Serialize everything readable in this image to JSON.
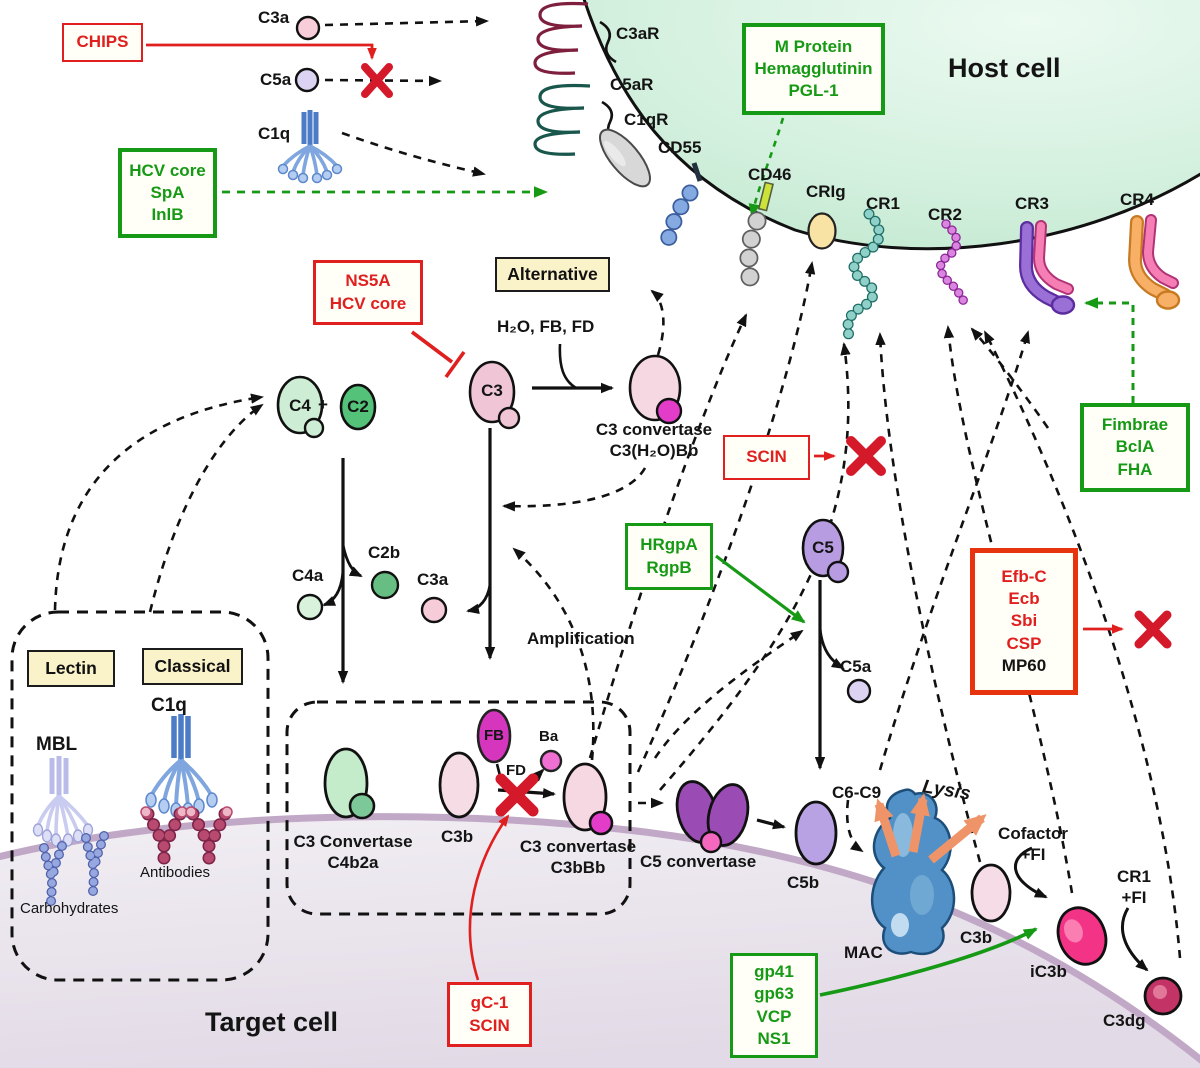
{
  "cells": {
    "host": "Host cell",
    "target": "Target cell"
  },
  "tags": {
    "alternative": "Alternative",
    "lectin": "Lectin",
    "classical": "Classical"
  },
  "boxes": {
    "chips": {
      "l1": "CHIPS"
    },
    "hcv": {
      "l1": "HCV core",
      "l2": "SpA",
      "l3": "InlB"
    },
    "mprotein": {
      "l1": "M Protein",
      "l2": "Hemagglutinin",
      "l3": "PGL-1"
    },
    "ns5a": {
      "l1": "NS5A",
      "l2": "HCV core"
    },
    "scin": {
      "l1": "SCIN"
    },
    "hrgpa": {
      "l1": "HRgpA",
      "l2": "RgpB"
    },
    "fimbrae": {
      "l1": "Fimbrae",
      "l2": "BclA",
      "l3": "FHA"
    },
    "efb": {
      "l1": "Efb-C",
      "l2": "Ecb",
      "l3": "Sbi",
      "l4": "CSP",
      "l5": "MP60"
    },
    "gc1": {
      "l1": "gC-1",
      "l2": "SCIN"
    },
    "gp41": {
      "l1": "gp41",
      "l2": "gp63",
      "l3": "VCP",
      "l4": "NS1"
    }
  },
  "receptors": {
    "c3ar": "C3aR",
    "c5ar": "C5aR",
    "c1qr": "C1qR",
    "cd55": "CD55",
    "cd46": "CD46",
    "crig": "CRIg",
    "cr1": "CR1",
    "cr2": "CR2",
    "cr3": "CR3",
    "cr4": "CR4"
  },
  "molecules": {
    "c3a": "C3a",
    "c5a": "C5a",
    "c1q": "C1q",
    "c4": "C4",
    "plus": "+",
    "c2": "C2",
    "c3": "C3",
    "h2o_fb_fd": "H₂O, FB, FD",
    "c3_conv_alt_1": "C3 convertase",
    "c3_conv_alt_2": "C3(H₂O)Bb",
    "c4a": "C4a",
    "c2b": "C2b",
    "c3a_frag": "C3a",
    "amplification": "Amplification",
    "c5": "C5",
    "c5a_frag": "C5a",
    "mbl": "MBL",
    "c1q_classical": "C1q",
    "antibodies": "Antibodies",
    "carbohydrates": "Carbohydrates",
    "c3_conv_cp_1": "C3 Convertase",
    "c3_conv_cp_2": "C4b2a",
    "c3b": "C3b",
    "fb": "FB",
    "fd": "FD",
    "ba": "Ba",
    "c3_conv_ap_1": "C3 convertase",
    "c3_conv_ap_2": "C3bBb",
    "c5_convertase": "C5 convertase",
    "c5b": "C5b",
    "c6_c9": "C6-C9",
    "lysis": "Lysis",
    "mac": "MAC",
    "c3b_right": "C3b",
    "cofactor_1": "Cofactor",
    "cofactor_2": "+FI",
    "ic3b": "iC3b",
    "cr1_fi_1": "CR1",
    "cr1_fi_2": "+FI",
    "c3dg": "C3dg"
  },
  "colors": {
    "red": "#e01f1f",
    "green": "#169a16",
    "host_green": "#cdeeda",
    "tag_yellow": "#faf2c9",
    "membrane": "#c0a8c6"
  }
}
